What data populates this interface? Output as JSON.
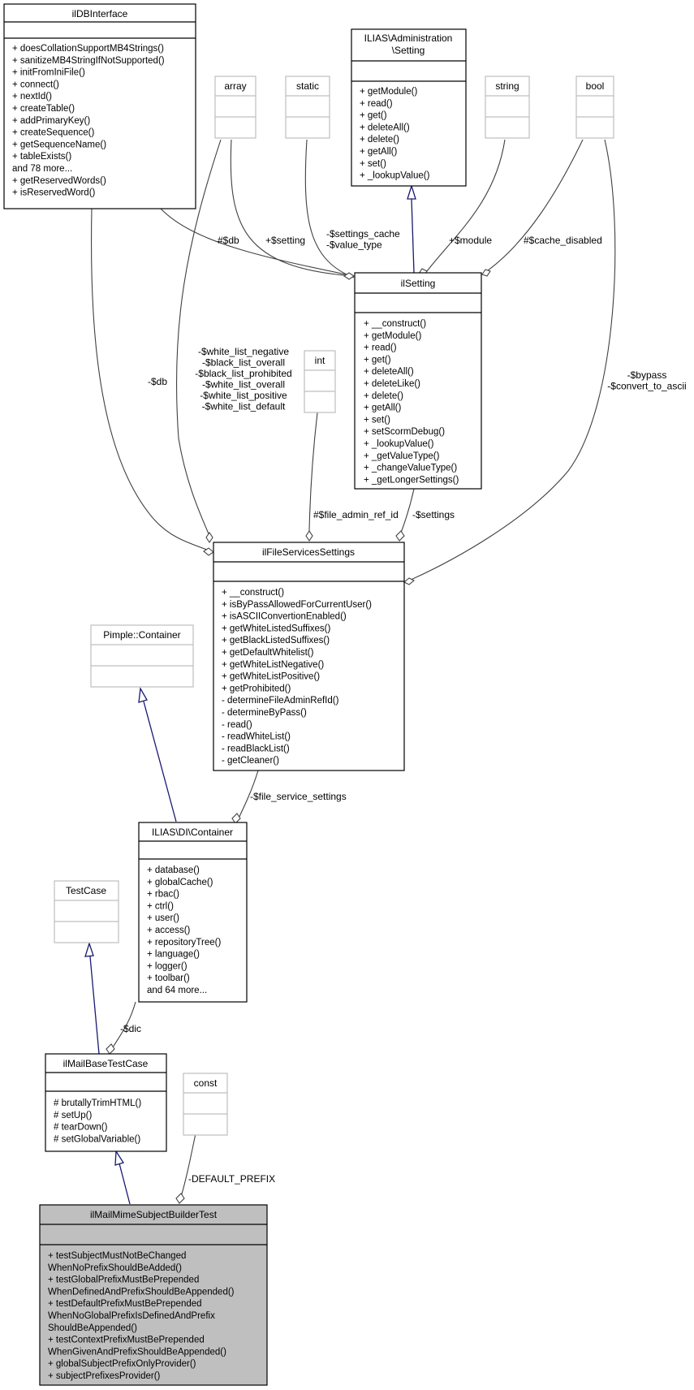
{
  "classes": {
    "ildbinterface": {
      "title": "ilDBInterface",
      "members": [
        "+ doesCollationSupportMB4Strings()",
        "+ sanitizeMB4StringIfNotSupported()",
        "+ initFromIniFile()",
        "+ connect()",
        "+ nextId()",
        "+ createTable()",
        "+ addPrimaryKey()",
        "+ createSequence()",
        "+ getSequenceName()",
        "+ tableExists()",
        "and 78 more...",
        "+ getReservedWords()",
        "+ isReservedWord()"
      ]
    },
    "array": {
      "title": "array",
      "members": []
    },
    "static": {
      "title": "static",
      "members": []
    },
    "admin_setting": {
      "title": "ILIAS\\Administration\n\\Setting",
      "members": [
        "+ getModule()",
        "+ read()",
        "+ get()",
        "+ deleteAll()",
        "+ delete()",
        "+ getAll()",
        "+ set()",
        "+ _lookupValue()"
      ]
    },
    "string": {
      "title": "string",
      "members": []
    },
    "bool": {
      "title": "bool",
      "members": []
    },
    "ilsetting": {
      "title": "ilSetting",
      "members": [
        "+ __construct()",
        "+ getModule()",
        "+ read()",
        "+ get()",
        "+ deleteAll()",
        "+ deleteLike()",
        "+ delete()",
        "+ getAll()",
        "+ set()",
        "+ setScormDebug()",
        "+ _lookupValue()",
        "+ _getValueType()",
        "+ _changeValueType()",
        "+ _getLongerSettings()"
      ]
    },
    "int": {
      "title": "int",
      "members": []
    },
    "filesettings": {
      "title": "ilFileServicesSettings",
      "members": [
        "+ __construct()",
        "+ isByPassAllowedForCurrentUser()",
        "+ isASCIIConvertionEnabled()",
        "+ getWhiteListedSuffixes()",
        "+ getBlackListedSuffixes()",
        "+ getDefaultWhitelist()",
        "+ getWhiteListNegative()",
        "+ getWhiteListPositive()",
        "+ getProhibited()",
        "- determineFileAdminRefId()",
        "- determineByPass()",
        "- read()",
        "- readWhiteList()",
        "- readBlackList()",
        "- getCleaner()"
      ]
    },
    "pimple": {
      "title": "Pimple::Container",
      "members": []
    },
    "dicontainer": {
      "title": "ILIAS\\DI\\Container",
      "members": [
        "+ database()",
        "+ globalCache()",
        "+ rbac()",
        "+ ctrl()",
        "+ user()",
        "+ access()",
        "+ repositoryTree()",
        "+ language()",
        "+ logger()",
        "+ toolbar()",
        "and 64 more..."
      ]
    },
    "testcase": {
      "title": "TestCase",
      "members": []
    },
    "mailbase": {
      "title": "ilMailBaseTestCase",
      "members": [
        "# brutallyTrimHTML()",
        "# setUp()",
        "# tearDown()",
        "# setGlobalVariable()"
      ]
    },
    "const": {
      "title": "const",
      "members": []
    },
    "mimetest": {
      "title": "ilMailMimeSubjectBuilderTest",
      "members": [
        "+ testSubjectMustNotBeChanged",
        "WhenNoPrefixShouldBeAdded()",
        "+ testGlobalPrefixMustBePrepended",
        "WhenDefinedAndPrefixShouldBeAppended()",
        "+ testDefaultPrefixMustBePrepended",
        "WhenNoGlobalPrefixIsDefinedAndPrefix",
        "ShouldBeAppended()",
        "+ testContextPrefixMustBePrepended",
        "WhenGivenAndPrefixShouldBeAppended()",
        "+ globalSubjectPrefixOnlyProvider()",
        "+ subjectPrefixesProvider()"
      ]
    }
  },
  "edge_labels": {
    "db1": "#$db",
    "setting": "+$setting",
    "settings_cache": "-$settings_cache\n-$value_type",
    "module": "+$module",
    "cache_disabled": "#$cache_disabled",
    "db2": "-$db",
    "white_lists": "-$white_list_negative\n-$black_list_overall\n-$black_list_prohibited\n-$white_list_overall\n-$white_list_positive\n-$white_list_default",
    "bypass": "-$bypass\n-$convert_to_ascii",
    "file_admin_ref_id": "#$file_admin_ref_id",
    "settings": "-$settings",
    "file_service_settings": "-$file_service_settings",
    "dic": "-$dic",
    "default_prefix": "-DEFAULT_PREFIX"
  }
}
